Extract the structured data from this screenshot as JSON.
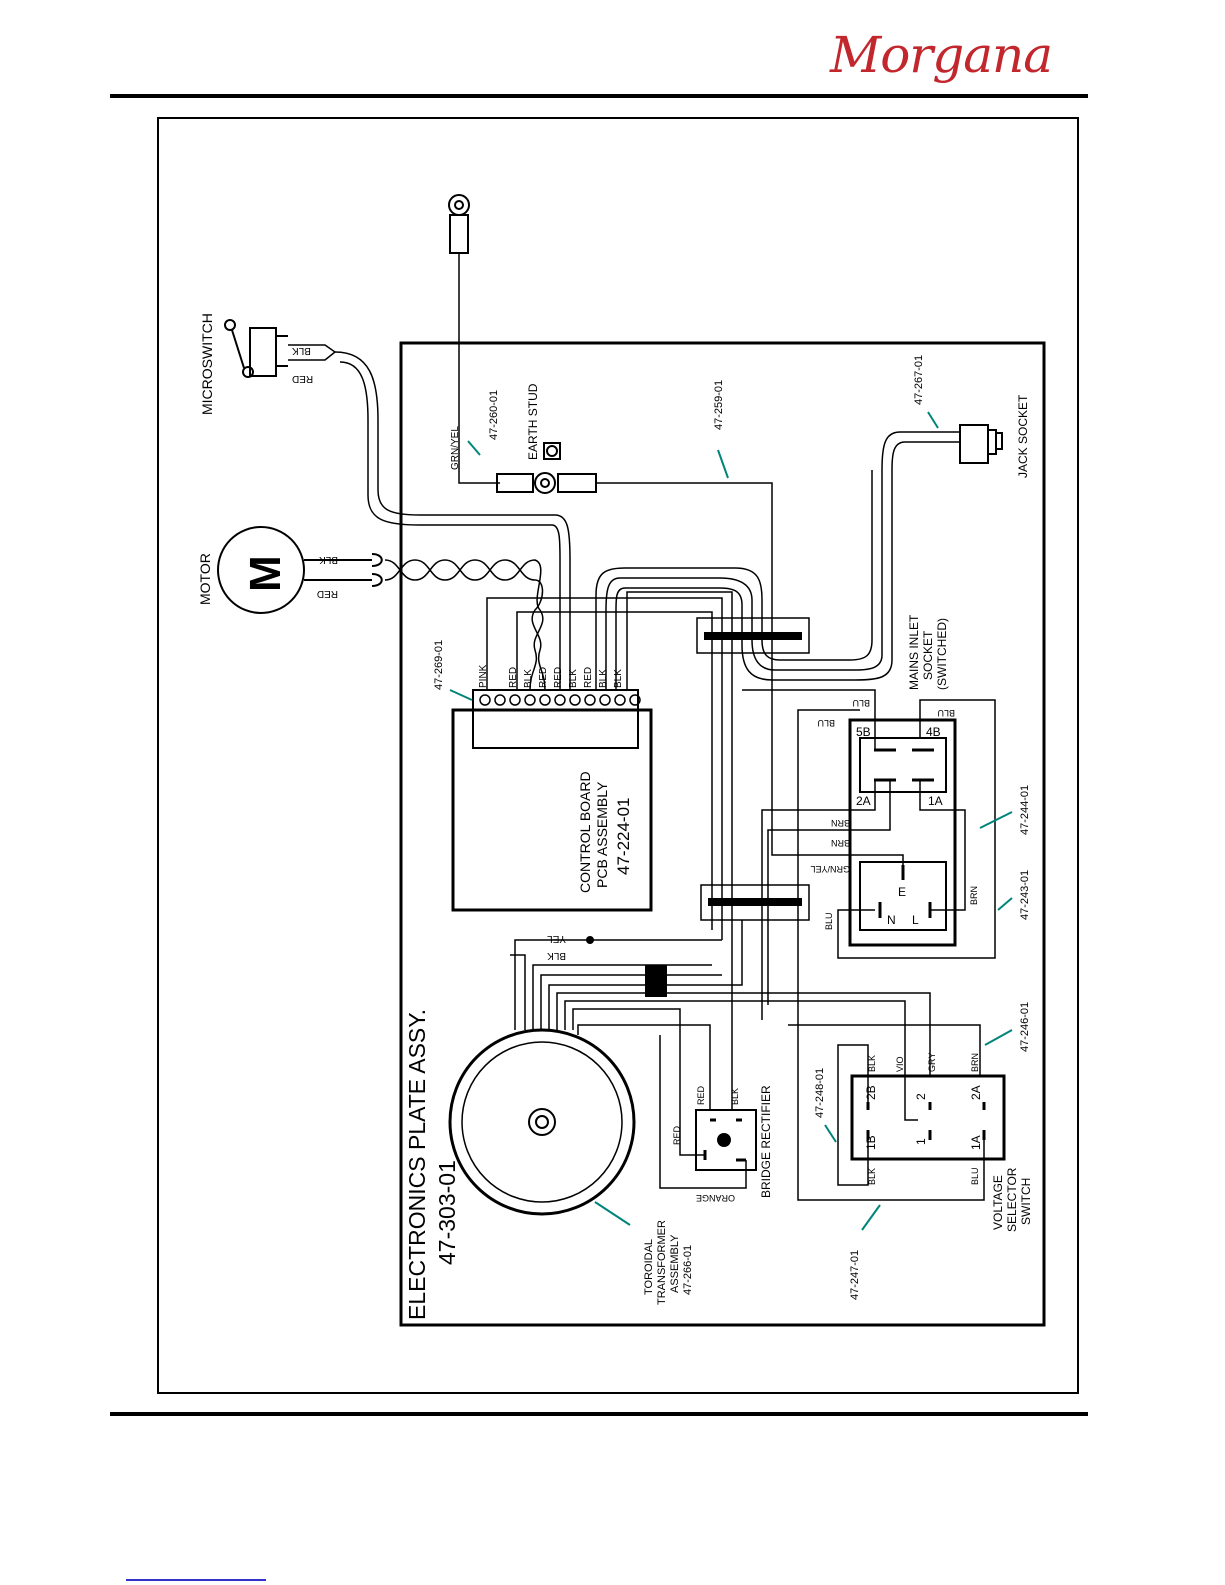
{
  "header": {
    "brand": "Morgana"
  },
  "diagram": {
    "title": "ELECTRONICS PLATE ASSY.",
    "title_part": "47-303-01",
    "components": {
      "microswitch": "MICROSWITCH",
      "motor": "MOTOR",
      "motor_symbol": "M",
      "earth_stud": "EARTH STUD",
      "jack_socket": "JACK SOCKET",
      "mains_inlet": [
        "MAINS INLET",
        "SOCKET",
        "(SWITCHED)"
      ],
      "control_board": [
        "CONTROL BOARD",
        "PCB ASSEMBLY"
      ],
      "control_board_part": "47-224-01",
      "toroidal": [
        "TOROIDAL",
        "TRANSFORMER",
        "ASSEMBLY",
        "47-266-01"
      ],
      "bridge_rectifier": "BRIDGE RECTIFIER",
      "voltage_selector": [
        "VOLTAGE",
        "SELECTOR",
        "SWITCH"
      ]
    },
    "part_numbers": {
      "p260": "47-260-01",
      "p259": "47-259-01",
      "p267": "47-267-01",
      "p269": "47-269-01",
      "p244": "47-244-01",
      "p243": "47-243-01",
      "p246": "47-246-01",
      "p248": "47-248-01",
      "p247": "47-247-01"
    },
    "wire_colors": {
      "red": "RED",
      "blk": "BLK",
      "pink": "PINK",
      "blu": "BLU",
      "brn": "BRN",
      "grn_yel_earth": "GRN/YEL",
      "grn_yel_mains": "GRN/YEL",
      "yel": "YEL",
      "orange": "ORANGE",
      "vio": "VIO",
      "gry": "GRY"
    },
    "terminal_labels": {
      "t5b": "5B",
      "t4b": "4B",
      "t2a": "2A",
      "t1a": "1A",
      "e": "E",
      "n": "N",
      "l": "L",
      "v2b": "2B",
      "v2": "2",
      "v2a": "2A",
      "v1b": "1B",
      "v1": "1",
      "v1a": "1A"
    },
    "pcb_wires": [
      "PINK",
      "RED",
      "BLK",
      "RED",
      "RED",
      "BLK",
      "RED",
      "BLK",
      "BLK"
    ]
  }
}
